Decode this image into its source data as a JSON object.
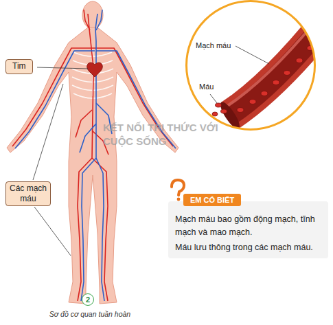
{
  "diagram": {
    "caption": "Sơ đồ cơ quan tuần hoàn",
    "nodes": [
      {
        "text": [
          "Tim"
        ]
      },
      {
        "text": [
          "Các mạch máu"
        ]
      },
      {
        "text": [
          "Mạch máu",
          "Máu"
        ]
      },
      {
        "text": [
          "EM CÓ BIẾT",
          "Mạch máu bao gồm động mạch, tĩnh mạch và mao mạch.",
          "Máu lưu thông trong các mạch máu."
        ]
      },
      {
        "text": [
          "2"
        ]
      }
    ],
    "labels": [
      "KẾT NỐI TRI THỨC VỚI CUỘC SỐNG"
    ]
  }
}
